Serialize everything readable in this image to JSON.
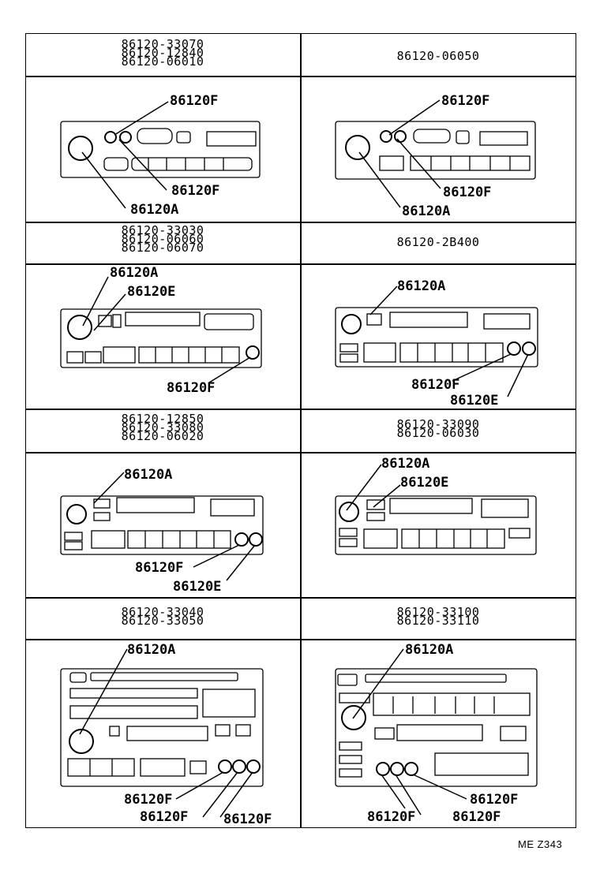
{
  "cells": [
    {
      "id": "r1-left",
      "part_numbers": [
        "86120-33070",
        "86120-12840",
        "86120-06010"
      ]
    },
    {
      "id": "r1-right",
      "part_numbers": [
        "86120-06050"
      ]
    },
    {
      "id": "r2-left",
      "part_numbers": [
        "86120-33030",
        "86120-06060",
        "86120-06070"
      ]
    },
    {
      "id": "r2-right",
      "part_numbers": [
        "86120-2B400"
      ]
    },
    {
      "id": "r3-left",
      "part_numbers": [
        "86120-12850",
        "86120-33080",
        "86120-06020"
      ]
    },
    {
      "id": "r3-right",
      "part_numbers": [
        "86120-33090",
        "86120-06030"
      ]
    },
    {
      "id": "r4-left",
      "part_numbers": [
        "86120-33040",
        "86120-33050"
      ]
    },
    {
      "id": "r4-right",
      "part_numbers": [
        "86120-33100",
        "86120-33110"
      ]
    }
  ],
  "callouts": {
    "r1_left": [
      "86120F",
      "86120F",
      "86120A"
    ],
    "r1_right": [
      "86120F",
      "86120F",
      "86120A"
    ],
    "r2_left": [
      "86120A",
      "86120E",
      "86120F"
    ],
    "r2_right": [
      "86120A",
      "86120F",
      "86120E"
    ],
    "r3_left": [
      "86120A",
      "86120F",
      "86120E"
    ],
    "r3_right": [
      "86120A",
      "86120E"
    ],
    "r4_left": [
      "86120A",
      "86120F",
      "86120F",
      "86120F"
    ],
    "r4_right": [
      "86120A",
      "86120F",
      "86120F",
      "86120F"
    ]
  },
  "footer": "ME Z343"
}
